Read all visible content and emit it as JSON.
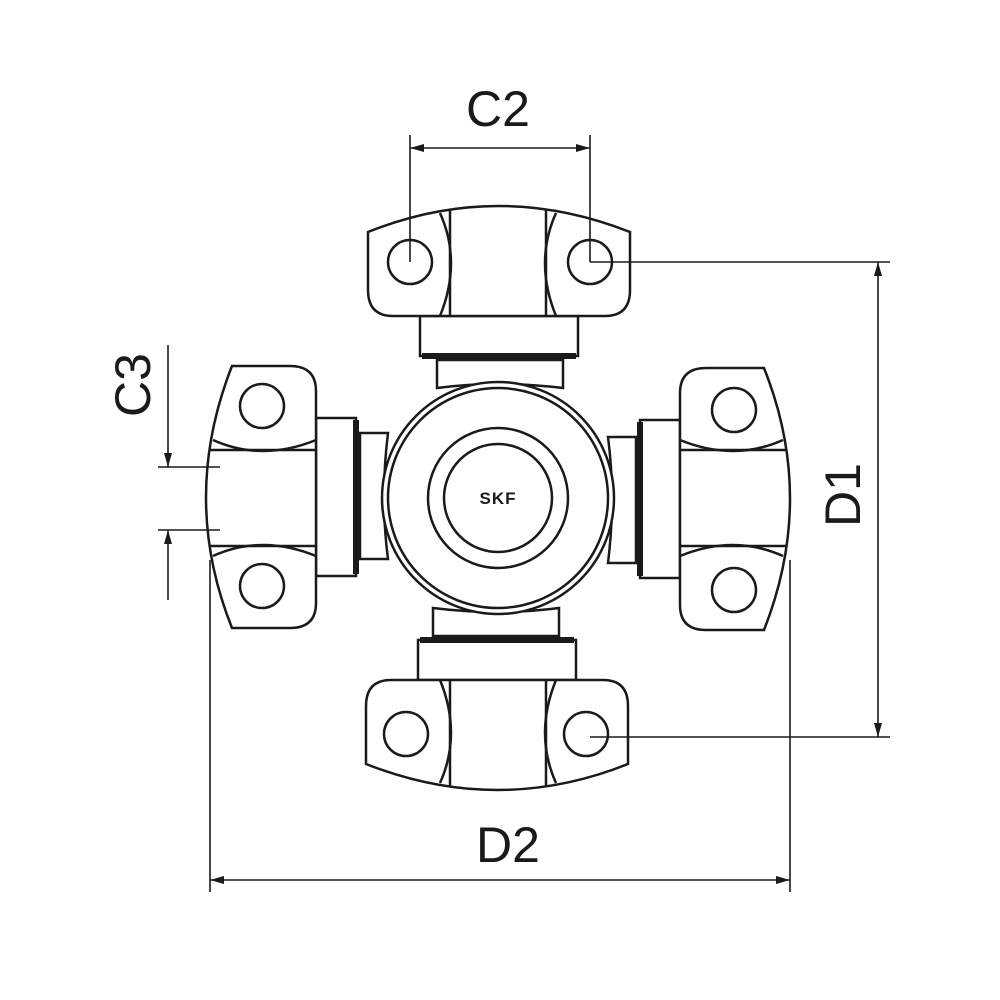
{
  "dimensions": {
    "c2": "C2",
    "c3": "C3",
    "d1": "D1",
    "d2": "D2"
  },
  "logo": "SKF",
  "colors": {
    "line": "#1a1a1a",
    "background": "#ffffff"
  }
}
